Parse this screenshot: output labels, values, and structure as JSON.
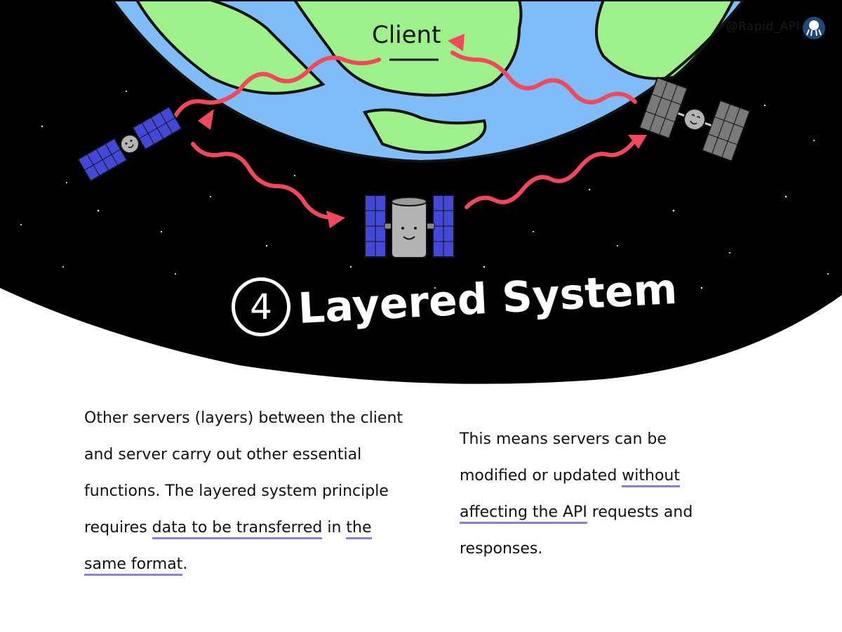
{
  "handle": "@Rapid_API",
  "client_label": "Client",
  "title": {
    "number": "4",
    "text": "Layered System"
  },
  "paragraph_left": {
    "part1": "Other servers (layers) between the client and server carry out other essential functions. The layered system principle requires ",
    "highlight1": "data to be transferred",
    "part2": " in ",
    "highlight2": "the same format",
    "part3": "."
  },
  "paragraph_right": {
    "part1": "This means servers can be modified or updated ",
    "highlight1": "without affecting the API",
    "part2": " requests and responses."
  },
  "colors": {
    "ocean": "#7fbcf8",
    "land": "#9ef08a",
    "space": "#000000",
    "arrow": "#f1485c",
    "panel_blue": "#4349d6",
    "panel_gray": "#7a7a7a",
    "body_gray": "#b4b4b4",
    "highlight": "#8a7ed8"
  }
}
